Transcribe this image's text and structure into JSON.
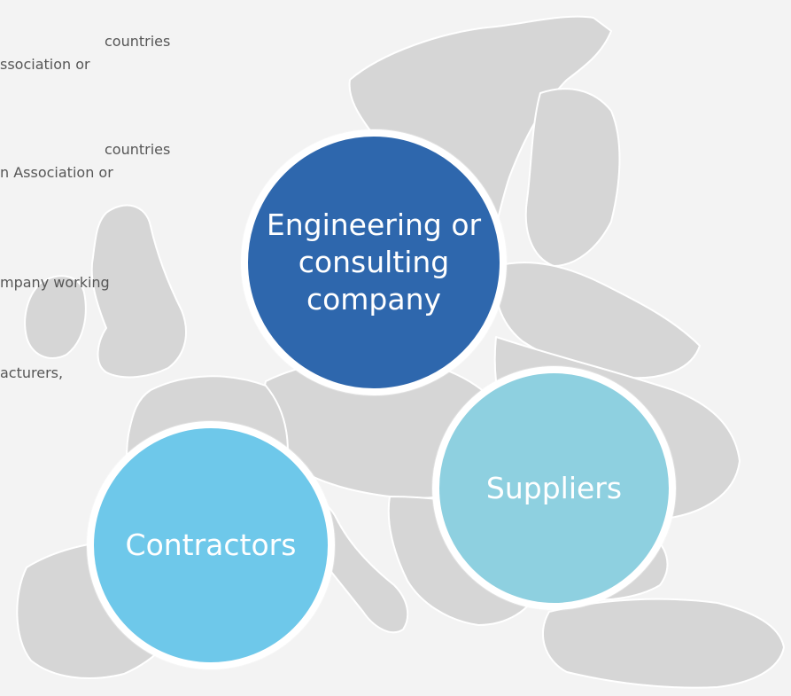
{
  "description_lines": [
    "countries",
    "ssociation or",
    "countries",
    "n Association or",
    "mpany working",
    "acturers,"
  ],
  "circles": {
    "engineering": "Engineering or consulting company",
    "suppliers": "Suppliers",
    "contractors": "Contractors"
  },
  "colors": {
    "background": "#f3f3f3",
    "map_land": "#d6d6d6",
    "map_border": "#ffffff",
    "engineering": "#2e67ad",
    "suppliers": "#8ed0e0",
    "contractors": "#6ec8ea",
    "text": "#565656"
  }
}
